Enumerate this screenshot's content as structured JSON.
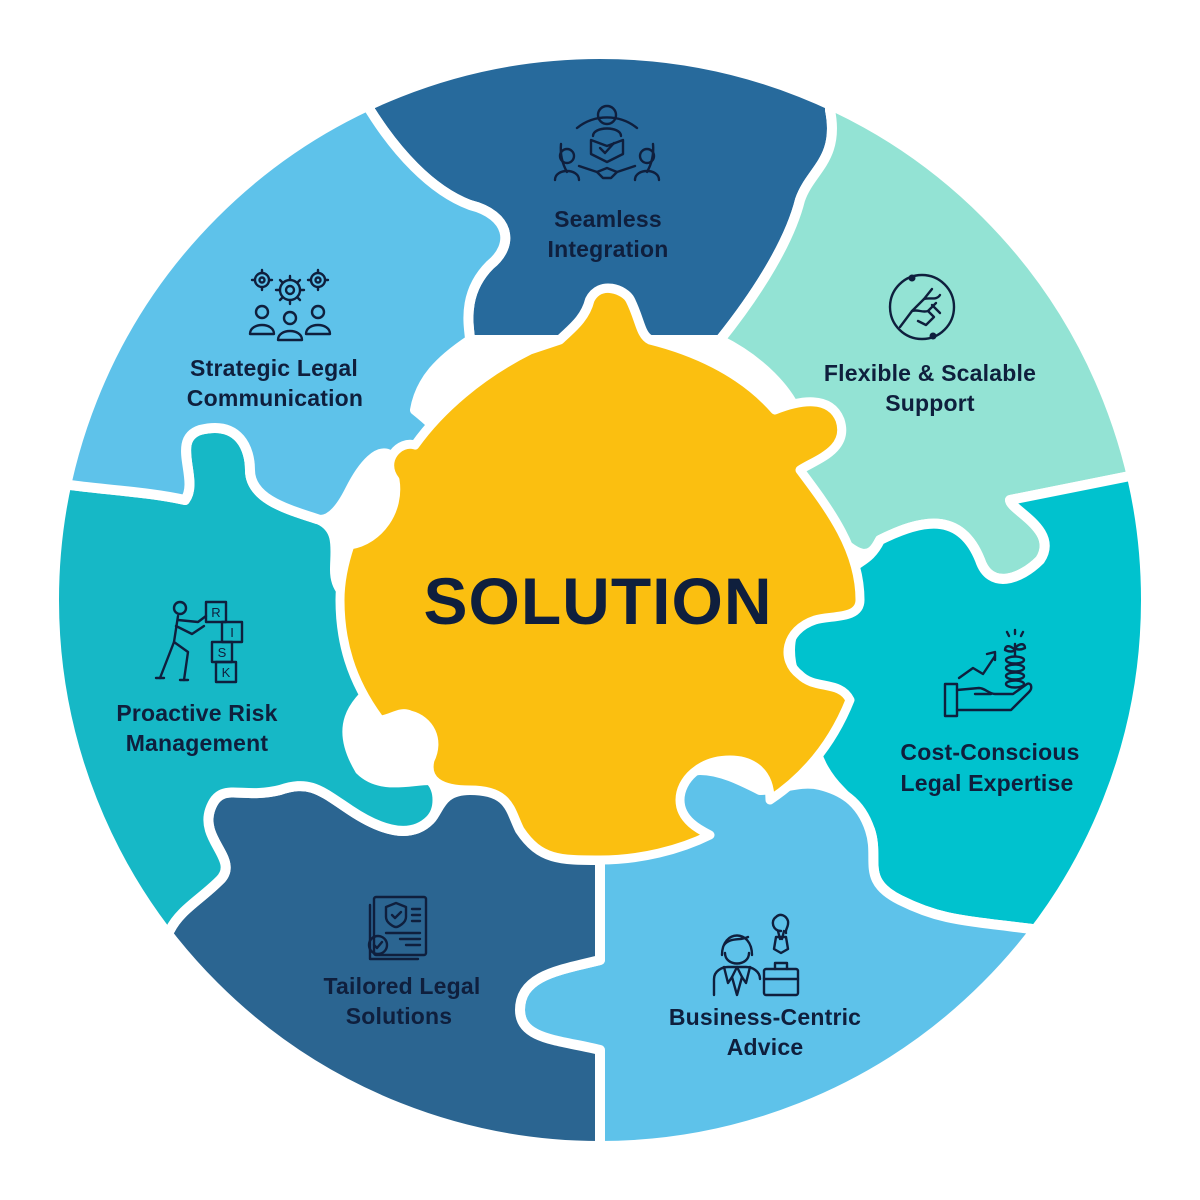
{
  "center": {
    "title": "SOLUTION",
    "color": "#FBBF10"
  },
  "segments": [
    {
      "id": "seamless-integration",
      "lines": [
        "Seamless",
        "Integration"
      ],
      "color": "#276A9C",
      "icon": "team-handshake-icon"
    },
    {
      "id": "flexible-scalable-support",
      "lines": [
        "Flexible & Scalable",
        "Support"
      ],
      "color": "#93E3D4",
      "icon": "handshake-circle-icon"
    },
    {
      "id": "cost-conscious-legal-expertise",
      "lines": [
        "Cost-Conscious",
        "Legal Expertise"
      ],
      "color": "#00C2CE",
      "icon": "hand-coins-growth-icon"
    },
    {
      "id": "business-centric-advice",
      "lines": [
        "Business-Centric",
        "Advice"
      ],
      "color": "#5EC2EA",
      "icon": "businessman-idea-icon"
    },
    {
      "id": "tailored-legal-solutions",
      "lines": [
        "Tailored Legal",
        "Solutions"
      ],
      "color": "#2B6591",
      "icon": "legal-document-icon"
    },
    {
      "id": "proactive-risk-management",
      "lines": [
        "Proactive Risk",
        "Management"
      ],
      "color": "#16B8C6",
      "icon": "risk-blocks-icon"
    },
    {
      "id": "strategic-legal-communication",
      "lines": [
        "Strategic Legal",
        "Communication"
      ],
      "color": "#5EC2EA",
      "icon": "gears-people-icon"
    }
  ],
  "icon_texts": {
    "r": "R",
    "i": "I",
    "s": "S",
    "k": "K"
  }
}
